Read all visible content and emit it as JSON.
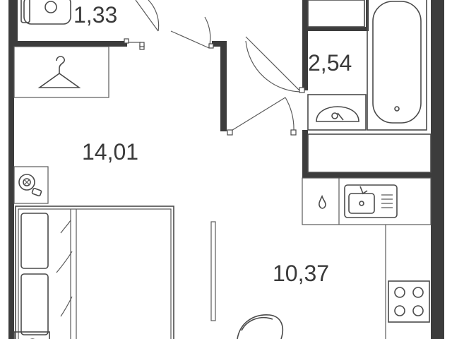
{
  "rooms": [
    {
      "id": "toilet",
      "area": "1,33"
    },
    {
      "id": "bathroom",
      "area": "2,54"
    },
    {
      "id": "bedroom",
      "area": "14,01"
    },
    {
      "id": "kitchen",
      "area": "10,37"
    }
  ],
  "colors": {
    "wall": "#3c3c3c",
    "line": "#4a4a4a",
    "background": "#ffffff"
  }
}
